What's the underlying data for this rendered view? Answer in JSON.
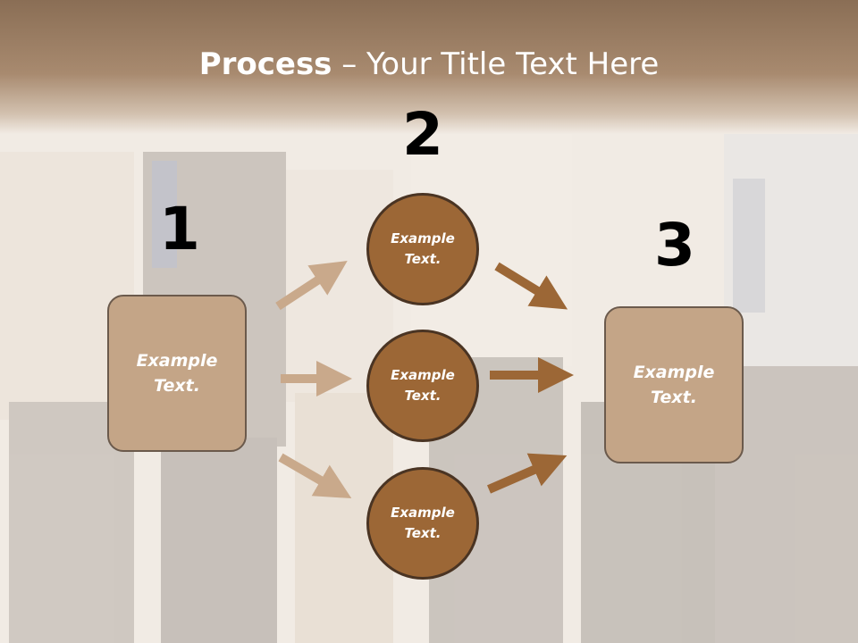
{
  "title": {
    "bold": "Process",
    "rest": " – Your Title Text Here"
  },
  "steps": {
    "one": {
      "number": "1",
      "text_line1": "Example",
      "text_line2": "Text."
    },
    "two": {
      "number": "2"
    },
    "three": {
      "number": "3",
      "text_line1": "Example",
      "text_line2": "Text."
    }
  },
  "circles": [
    {
      "text_line1": "Example",
      "text_line2": "Text."
    },
    {
      "text_line1": "Example",
      "text_line2": "Text."
    },
    {
      "text_line1": "Example",
      "text_line2": "Text."
    }
  ],
  "colors": {
    "title_band": "#8a6e55",
    "box_fill": "#c4a587",
    "circle_fill": "#9c6736",
    "arrow_light": "#c9a98b",
    "arrow_dark": "#9c6736"
  }
}
